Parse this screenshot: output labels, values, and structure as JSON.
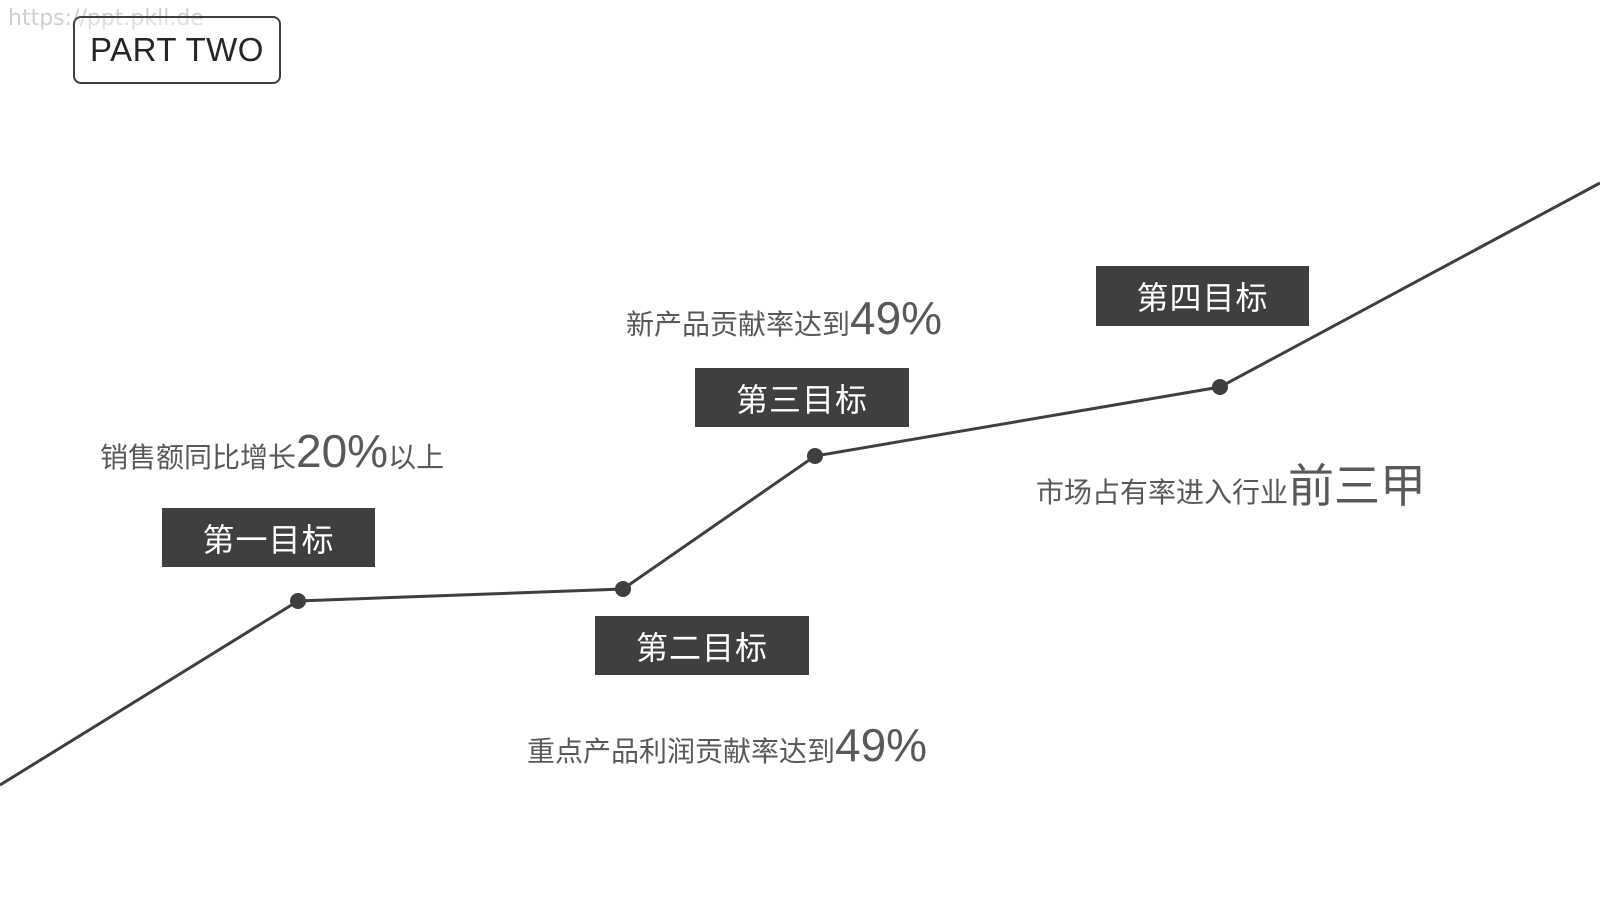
{
  "watermark": "https://ppt.pkll.de",
  "section_label": "PART TWO",
  "goals": [
    {
      "label": "第一目标",
      "desc_prefix": "销售额同比增长",
      "desc_value": "20%",
      "desc_suffix": "以上"
    },
    {
      "label": "第二目标",
      "desc_prefix": "重点产品利润贡献率达到",
      "desc_value": "49%",
      "desc_suffix": ""
    },
    {
      "label": "第三目标",
      "desc_prefix": "新产品贡献率达到",
      "desc_value": "49%",
      "desc_suffix": ""
    },
    {
      "label": "第四目标",
      "desc_prefix": "市场占有率进入行业",
      "desc_value": "前三甲",
      "desc_suffix": ""
    }
  ],
  "colors": {
    "line": "#3f3f3f",
    "label_bg": "#3f3f3f",
    "label_text": "#ffffff",
    "desc_text": "#595959",
    "watermark": "#cfcfcf"
  }
}
